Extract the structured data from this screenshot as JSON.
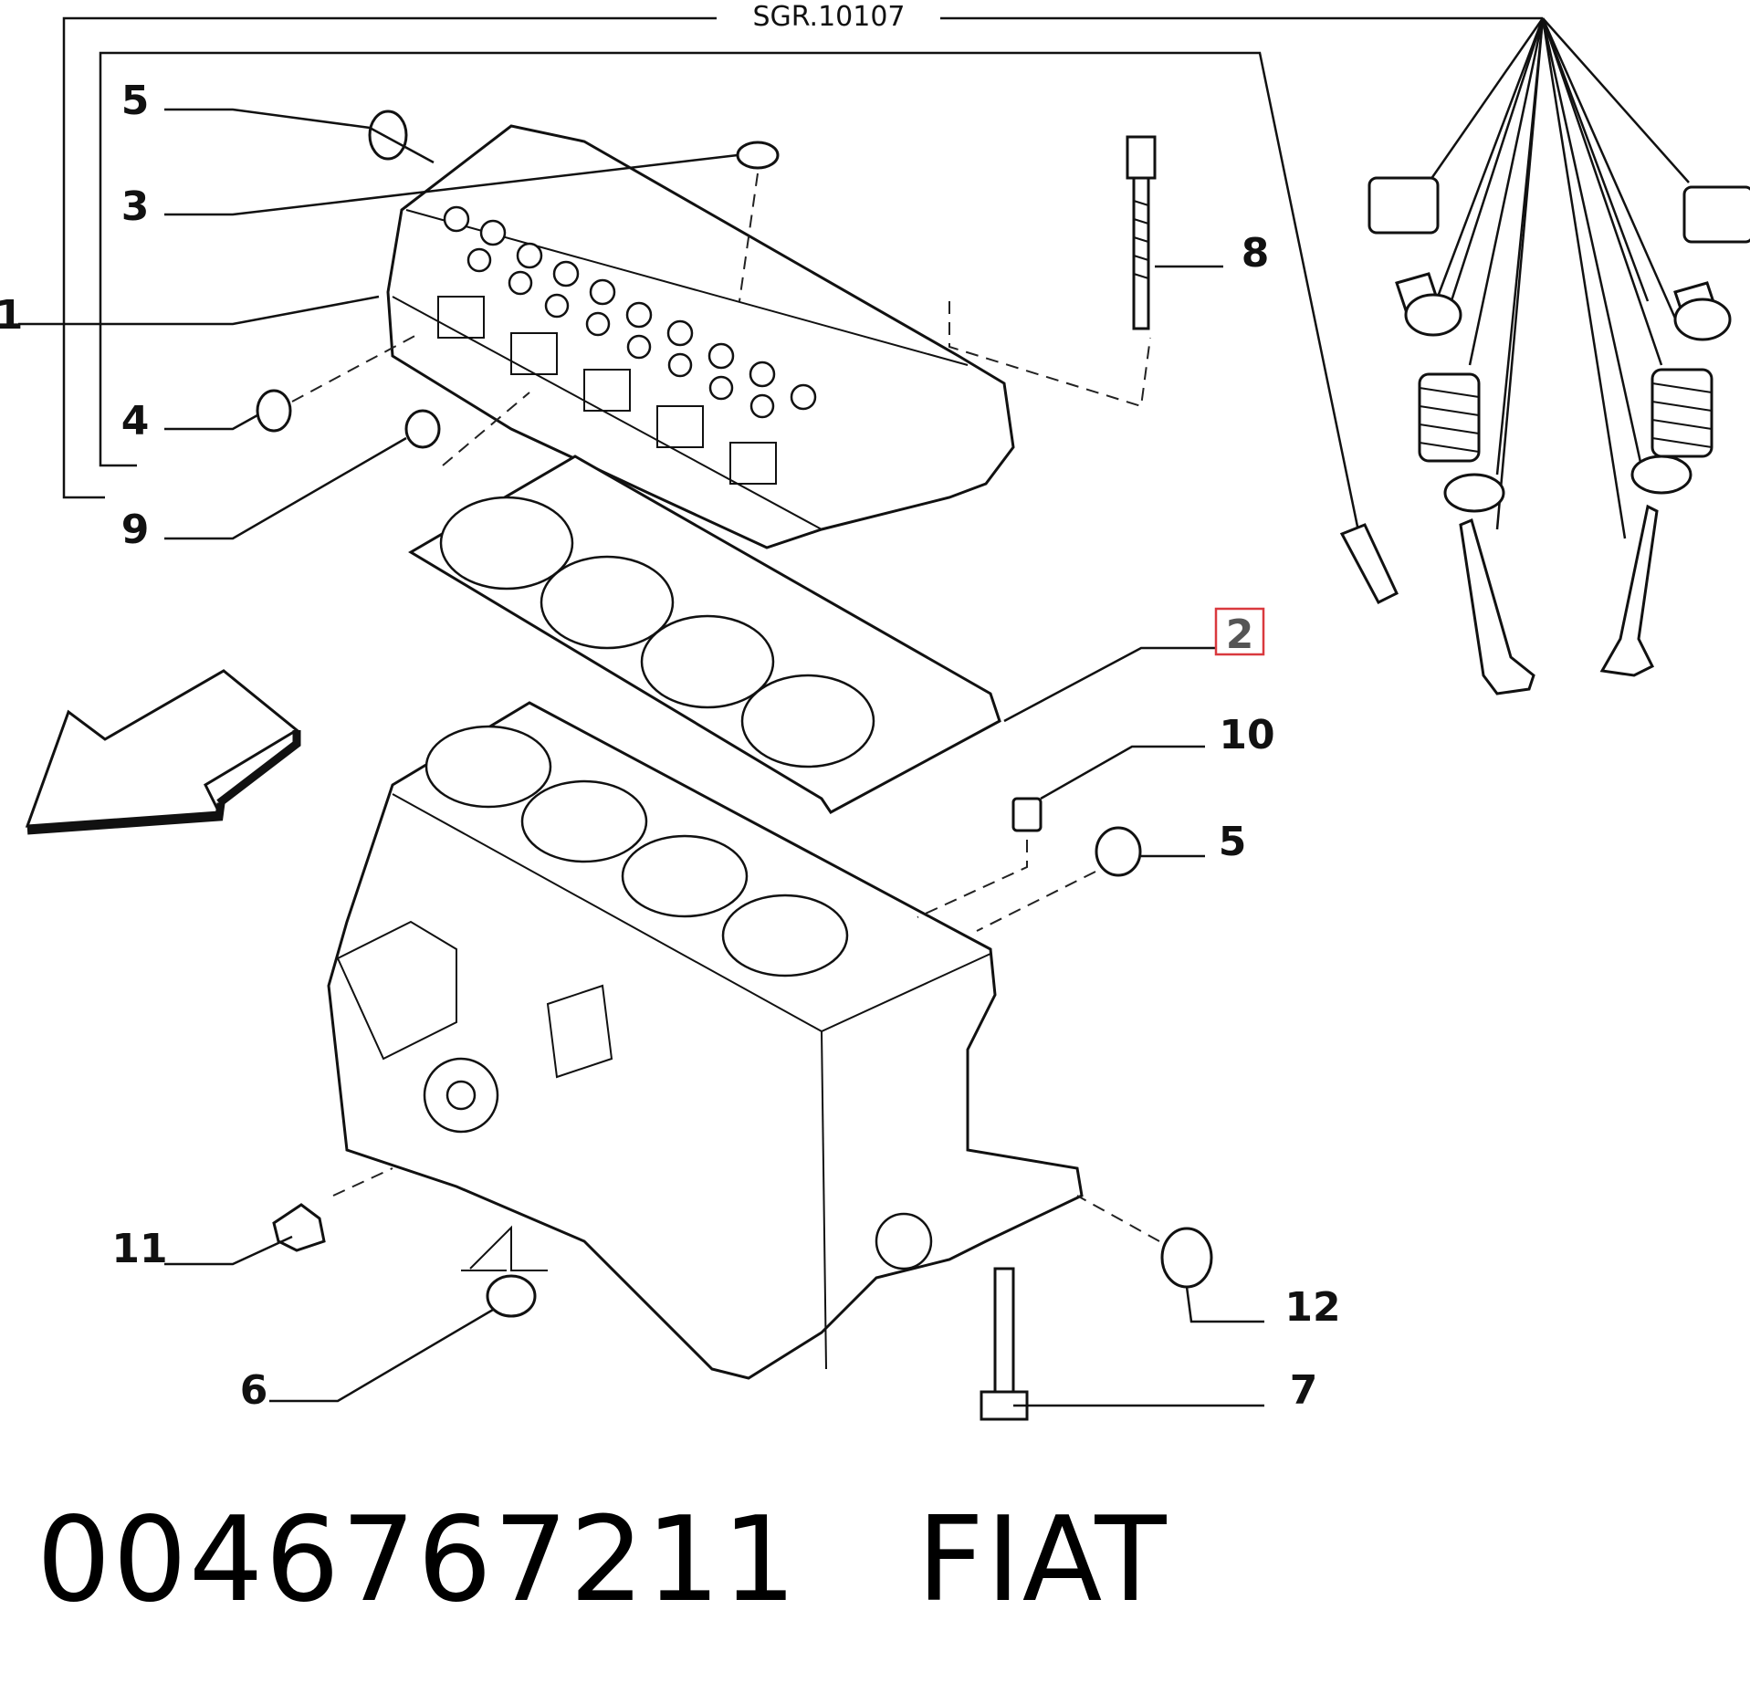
{
  "diagram": {
    "group_reference": "SGR.10107",
    "callouts": {
      "c1": "1",
      "c2": "2",
      "c3": "3",
      "c4": "4",
      "c5_top": "5",
      "c5_right": "5",
      "c6": "6",
      "c7": "7",
      "c8": "8",
      "c9": "9",
      "c10": "10",
      "c11": "11",
      "c12": "12"
    },
    "highlighted_callout": "2",
    "highlight_color": "#d9393e",
    "line_color": "#111111"
  },
  "footer": {
    "part_number": "0046767211",
    "brand": "FIAT"
  }
}
